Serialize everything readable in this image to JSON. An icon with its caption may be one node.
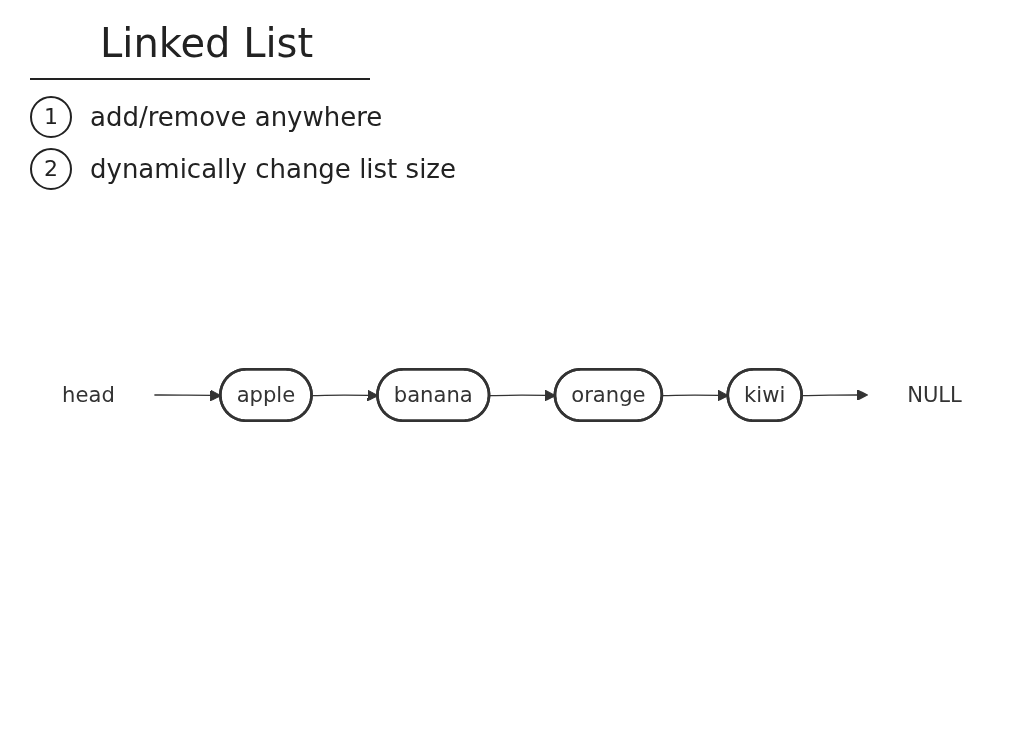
{
  "diagram": {
    "title": "Linked List",
    "nodes": [
      {
        "text": [
          "head"
        ]
      },
      {
        "text": [
          "apple"
        ]
      },
      {
        "text": [
          "banana"
        ]
      },
      {
        "text": [
          "orange"
        ]
      },
      {
        "text": [
          "kiwi"
        ]
      },
      {
        "text": [
          "NULL"
        ]
      }
    ],
    "edges": [
      {
        "from": 0,
        "to": 1,
        "arrow": "to"
      },
      {
        "from": 1,
        "to": 2,
        "arrow": "to"
      },
      {
        "from": 2,
        "to": 3,
        "arrow": "to"
      },
      {
        "from": 3,
        "to": 4,
        "arrow": "to"
      },
      {
        "from": 4,
        "to": 5,
        "arrow": "to"
      }
    ],
    "labels": [
      "1",
      "add/remove anywhere",
      "2",
      "dynamically change list size"
    ]
  }
}
